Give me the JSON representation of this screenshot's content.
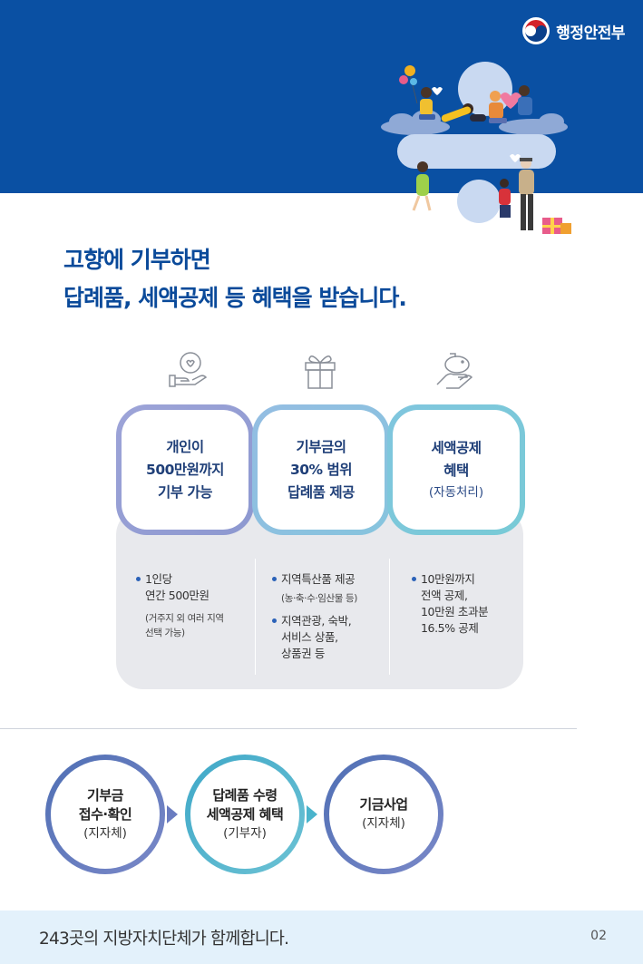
{
  "header": {
    "ministry_name": "행정안전부"
  },
  "headline": {
    "line1": "고향에 기부하면",
    "line2": "답례품, 세액공제 등 혜택을 받습니다."
  },
  "benefits": [
    {
      "icon": "heart-hand-icon",
      "box_lines": [
        "개인이",
        "500만원까지",
        "기부 가능"
      ],
      "box_sub": "",
      "detail": {
        "bullet1": "1인당",
        "bullet1_line2": "연간 500만원",
        "note_line1": "(거주지 외 여러 지역",
        "note_line2": "선택 가능)"
      }
    },
    {
      "icon": "gift-box-icon",
      "box_lines": [
        "기부금의",
        "30% 범위",
        "답례품 제공"
      ],
      "box_sub": "",
      "detail": {
        "bullet1": "지역특산품 제공",
        "note": "(농·축·수·임산물 등)",
        "bullet2": "지역관광, 숙박,",
        "bullet2_line2": "서비스 상품,",
        "bullet2_line3": "상품권 등"
      }
    },
    {
      "icon": "piggy-bank-hand-icon",
      "box_lines": [
        "세액공제",
        "혜택"
      ],
      "box_sub": "(자동처리)",
      "detail": {
        "bullet1": "10만원까지",
        "line2": "전액 공제,",
        "line3": "10만원 초과분",
        "line4": "16.5% 공제"
      }
    }
  ],
  "process": [
    {
      "line1": "기부금",
      "line2": "접수·확인",
      "sub": "(지자체)"
    },
    {
      "line1": "답례품 수령",
      "line2": "세액공제 혜택",
      "sub": "(기부자)"
    },
    {
      "line1": "기금사업",
      "line2": "",
      "sub": "(지자체)"
    }
  ],
  "footer": {
    "text": "243곳의 지방자치단체가 함께합니다.",
    "page_number": "02"
  },
  "colors": {
    "top_band": "#0a50a3",
    "headline": "#0a4a9a",
    "footer_bg": "#e3f1fb",
    "panel_bg": "#e8e9ed"
  }
}
